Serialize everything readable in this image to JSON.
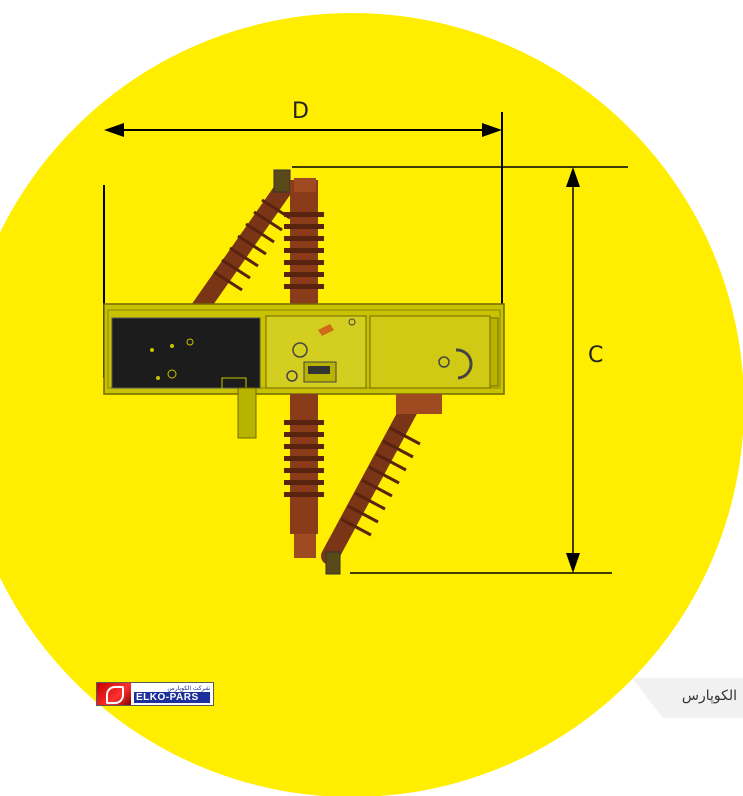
{
  "dimensions": {
    "width_label": "D",
    "height_label": "C"
  },
  "logo": {
    "text_fa": "شرکت الکوپارس",
    "text_en": "ELKO-PARS"
  },
  "watermark": {
    "text": "الکوپارس"
  },
  "colors": {
    "background_circle": "#ffee00",
    "frame": "#c8c200",
    "panel_dark": "#1c1c1c",
    "insulator": "#8a3b1a",
    "dimension_line": "#000000"
  }
}
